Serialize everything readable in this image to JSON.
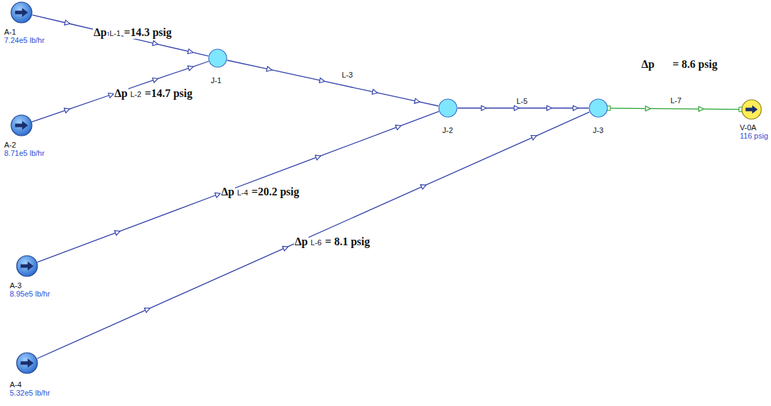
{
  "diagram": {
    "nodes": [
      {
        "text": [
          "A-1",
          "7.24e5 lb/hr"
        ]
      },
      {
        "text": [
          "A-2",
          "8.71e5 lb/hr"
        ]
      },
      {
        "text": [
          "J-1"
        ]
      },
      {
        "text": [
          "J-2"
        ]
      },
      {
        "text": [
          "A-3",
          "8.95e5 lb/hr"
        ]
      },
      {
        "text": [
          "J-3"
        ]
      },
      {
        "text": [
          "V-0A",
          "116 psig"
        ]
      },
      {
        "text": [
          "A-4",
          "5.32e5 lb/hr"
        ]
      }
    ],
    "edges": [
      {
        "from": 0,
        "to": 2,
        "arrow": "to",
        "label": "L-1"
      },
      {
        "from": 1,
        "to": 2,
        "arrow": "to",
        "label": "L-2"
      },
      {
        "from": 2,
        "to": 3,
        "arrow": "to",
        "label": "L-3"
      },
      {
        "from": 4,
        "to": 3,
        "arrow": "to",
        "label": "L-4"
      },
      {
        "from": 3,
        "to": 5,
        "arrow": "to",
        "label": "L-5"
      },
      {
        "from": 7,
        "to": 5,
        "arrow": "to",
        "label": "L-6"
      },
      {
        "from": 5,
        "to": 6,
        "arrow": "to",
        "label": "L-7"
      }
    ],
    "labels": [
      "Δp",
      "=14.3 psig",
      "Δp",
      "=14.7 psig",
      "Δp",
      "=20.2 psig",
      "Δp",
      "= 8.1 psig",
      "Δp",
      "= 8.6 psig"
    ]
  }
}
